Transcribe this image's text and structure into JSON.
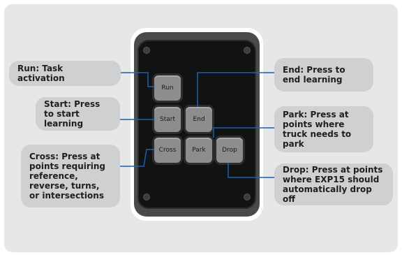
{
  "keys": {
    "run": "Run",
    "start": "Start",
    "end": "End",
    "cross": "Cross",
    "park": "Park",
    "drop": "Drop"
  },
  "labels": {
    "run": "Run: Task activation",
    "start": "Start: Press to start learning",
    "cross": "Cross: Press at points requiring reference, reverse, turns, or intersections",
    "end": "End: Press to end learning",
    "park": "Park: Press at points where truck needs to park",
    "drop": "Drop: Press at points where EXP15 should automatically drop off"
  },
  "colors": {
    "connector": "#1f5fa8",
    "label_bg": "#cfd0d2",
    "panel_bg": "#e6e7e9",
    "device": "#111214",
    "key": "#8d8d8f"
  }
}
